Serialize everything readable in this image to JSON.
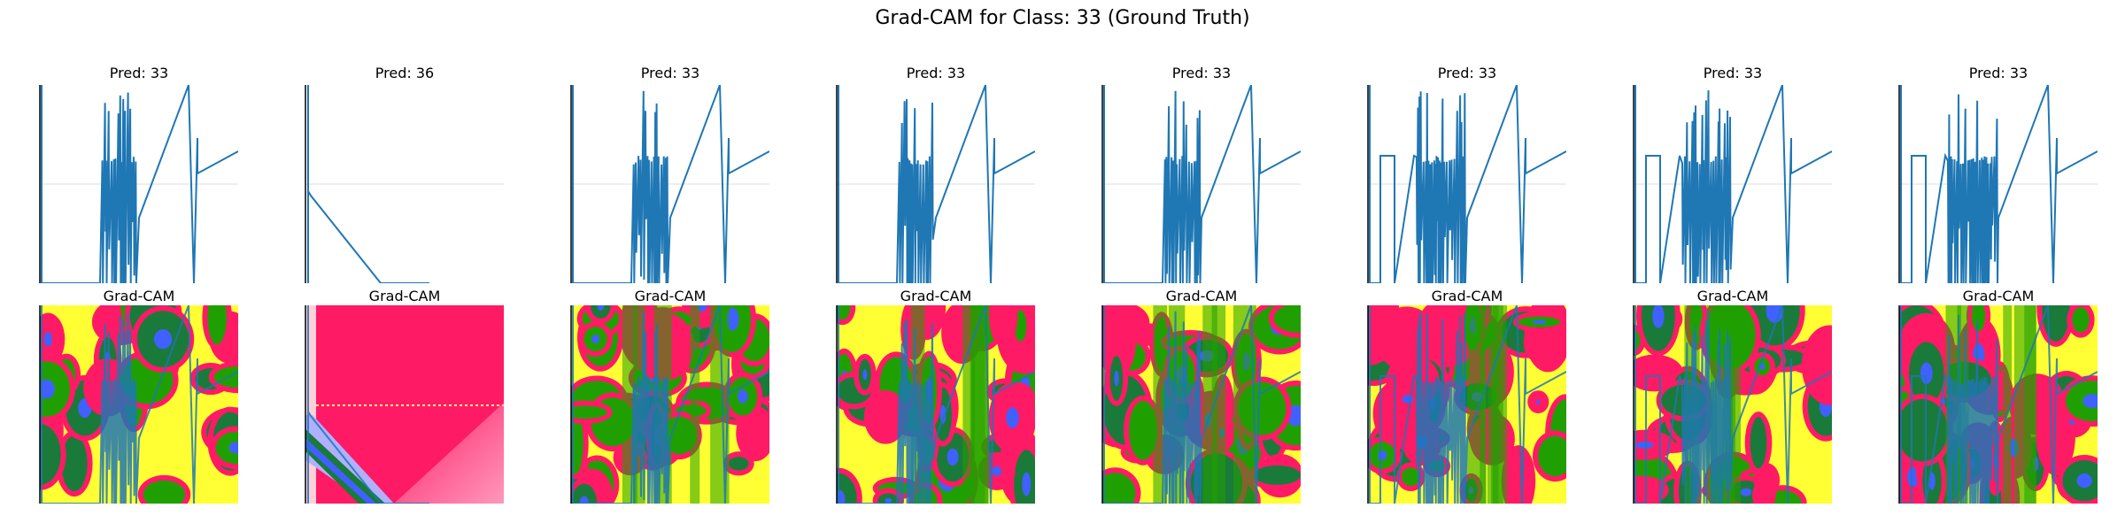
{
  "figure": {
    "title": "Grad-CAM for Class: 33 (Ground Truth)"
  },
  "chart_data": {
    "type": "line",
    "grid": true,
    "colors": {
      "line": "#1f77b4",
      "heat_low": "#ffff33",
      "heat_mid": "#ff1a66",
      "heat_high_a": "#20a000",
      "heat_high_b": "#1a7a3a",
      "heat_peak": "#4060ff",
      "axis_line": "#000000",
      "grid": "#dddddd"
    },
    "panels": [
      {
        "pred_title": "Pred: 33",
        "cam_title": "Grad-CAM",
        "pattern": "a"
      },
      {
        "pred_title": "Pred: 36",
        "cam_title": "Grad-CAM",
        "pattern": "b"
      },
      {
        "pred_title": "Pred: 33",
        "cam_title": "Grad-CAM",
        "pattern": "c"
      },
      {
        "pred_title": "Pred: 33",
        "cam_title": "Grad-CAM",
        "pattern": "c"
      },
      {
        "pred_title": "Pred: 33",
        "cam_title": "Grad-CAM",
        "pattern": "c"
      },
      {
        "pred_title": "Pred: 33",
        "cam_title": "Grad-CAM",
        "pattern": "d"
      },
      {
        "pred_title": "Pred: 33",
        "cam_title": "Grad-CAM",
        "pattern": "d"
      },
      {
        "pred_title": "Pred: 33",
        "cam_title": "Grad-CAM",
        "pattern": "d"
      }
    ]
  }
}
